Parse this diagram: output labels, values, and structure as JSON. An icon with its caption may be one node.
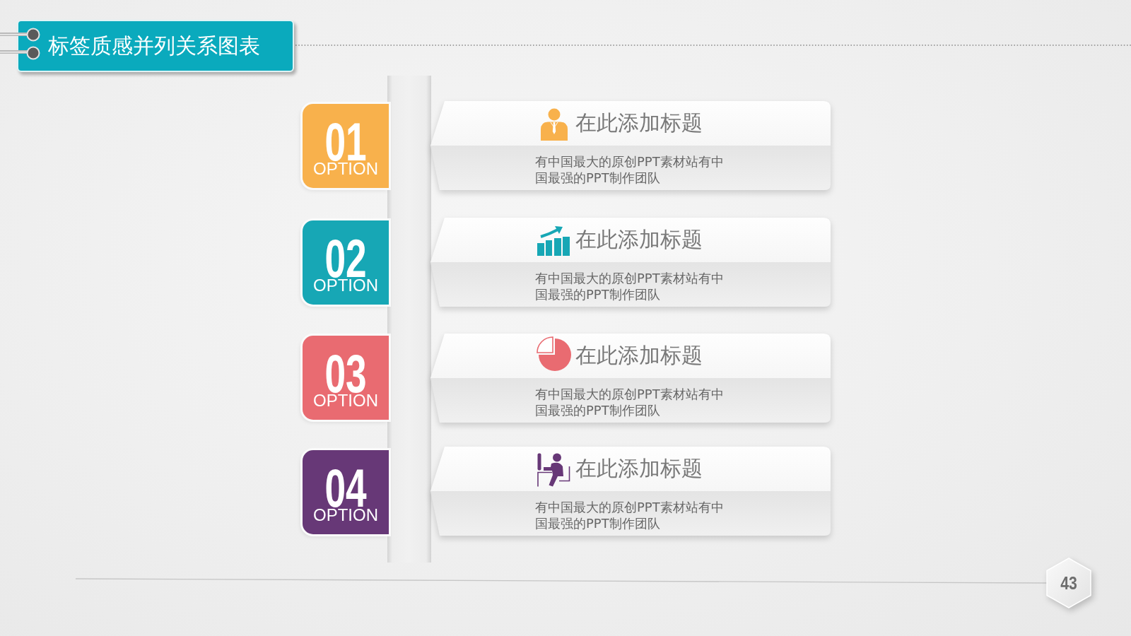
{
  "diagram": {
    "nodes": [
      {
        "text": [
          "标签质感并列关系图表"
        ]
      },
      {
        "text": [],
        "shape": "bar"
      },
      {
        "text": [
          "01",
          "OPTION"
        ]
      },
      {
        "text": [
          "在此添加标题",
          "有中国最大的原创PPT素材站有中国最强的PPT制作团队"
        ]
      },
      {
        "text": [
          "02",
          "OPTION"
        ]
      },
      {
        "text": [
          "在此添加标题",
          "有中国最大的原创PPT素材站有中国最强的PPT制作团队"
        ]
      },
      {
        "text": [
          "03",
          "OPTION"
        ]
      },
      {
        "text": [
          "在此添加标题",
          "有中国最大的原创PPT素材站有中国最强的PPT制作团队"
        ]
      },
      {
        "text": [
          "04",
          "OPTION"
        ]
      },
      {
        "text": [
          "在此添加标题",
          "有中国最大的原创PPT素材站有中国最强的PPT制作团队"
        ]
      },
      {
        "text": [
          "43"
        ]
      }
    ]
  }
}
